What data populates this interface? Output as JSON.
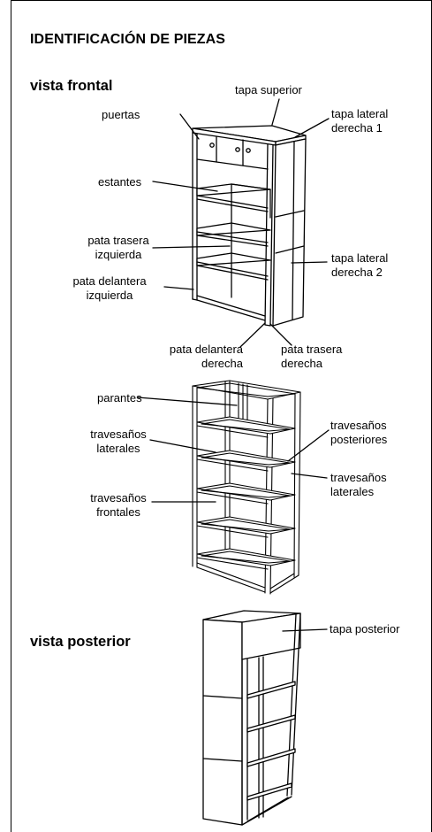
{
  "title": "IDENTIFICACIÓN DE PIEZAS",
  "sections": {
    "front": "vista frontal",
    "back": "vista posterior"
  },
  "labels": {
    "tapa_superior": "tapa superior",
    "puertas": "puertas",
    "tapa_lateral_derecha_1": [
      "tapa lateral",
      "derecha 1"
    ],
    "estantes": "estantes",
    "pata_trasera_izquierda": [
      "pata trasera",
      "izquierda"
    ],
    "tapa_lateral_derecha_2": [
      "tapa lateral",
      "derecha 2"
    ],
    "pata_delantera_izquierda": [
      "pata delantera",
      "izquierda"
    ],
    "pata_delantera_derecha": [
      "pata delantera",
      "derecha"
    ],
    "pata_trasera_derecha": [
      "pata trasera",
      "derecha"
    ],
    "parantes": "parantes",
    "travesanos_laterales_left": [
      "travesaños",
      "laterales"
    ],
    "travesanos_posteriores": [
      "travesaños",
      "posteriores"
    ],
    "travesanos_laterales_right": [
      "travesaños",
      "laterales"
    ],
    "travesanos_frontales": [
      "travesaños",
      "frontales"
    ],
    "tapa_posterior": "tapa posterior"
  }
}
